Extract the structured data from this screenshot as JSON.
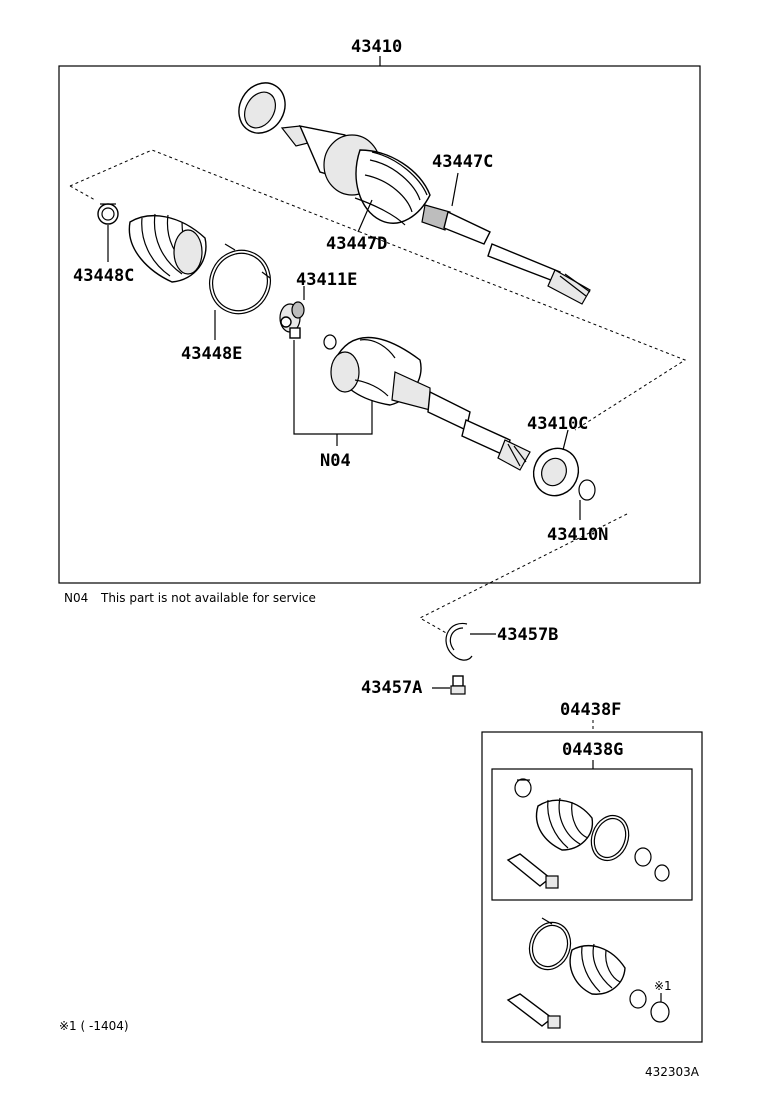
{
  "parts": {
    "p43410": "43410",
    "p43447C": "43447C",
    "p43447D": "43447D",
    "p43448C": "43448C",
    "p43411E": "43411E",
    "p43448E": "43448E",
    "pN04": "N04",
    "p43410C": "43410C",
    "p43410N": "43410N",
    "p43457B": "43457B",
    "p43457A": "43457A",
    "p04438F": "04438F",
    "p04438G": "04438G",
    "mark1": "※1"
  },
  "notes": {
    "n04_code": "N04",
    "n04_text": "This part is not available for service",
    "footnote": "※1 (      -1404)"
  },
  "diagram_id": "432303A"
}
